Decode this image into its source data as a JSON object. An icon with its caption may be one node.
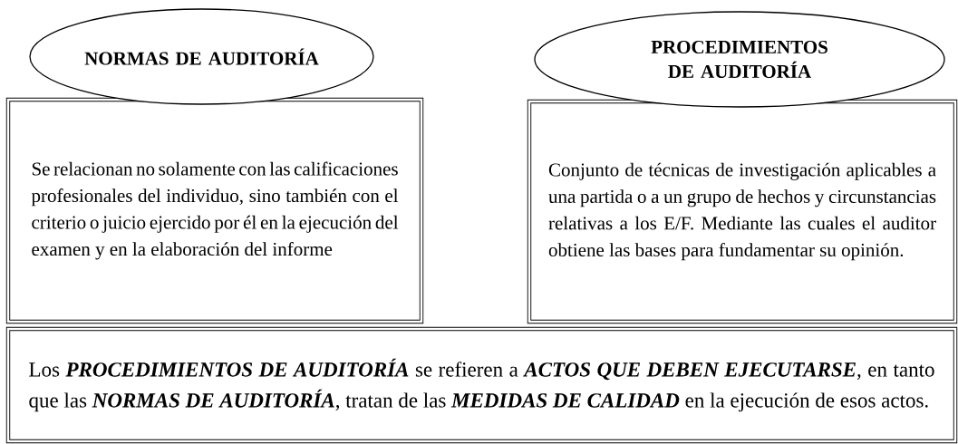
{
  "diagram": {
    "nodes": [
      {
        "text": [
          "NORMAS DE AUDITORÍA"
        ]
      },
      {
        "text": [
          "PROCEDIMIENTOS DE AUDITORÍA"
        ]
      },
      {
        "text": [
          "Se relacionan no solamente con las calificaciones profesionales del individuo, sino también con el criterio o juicio ejercido por él en la ejecución del examen y en la elaboración del informe"
        ]
      },
      {
        "text": [
          "Conjunto de técnicas de investigación aplicables a una partida o a un grupo de hechos y circunstancias relativas a los E/F. Mediante las cuales el auditor obtiene las bases para fundamentar su opinión."
        ]
      },
      {
        "text": [
          "Los **PROCEDIMIENTOS DE AUDITORÍA** se refieren a **ACTOS QUE DEBEN EJECUTARSE**, en tanto que las **NORMAS DE AUDITORÍA**, tratan de las **MEDIDAS DE CALIDAD** en la ejecución de esos actos."
        ]
      }
    ]
  }
}
